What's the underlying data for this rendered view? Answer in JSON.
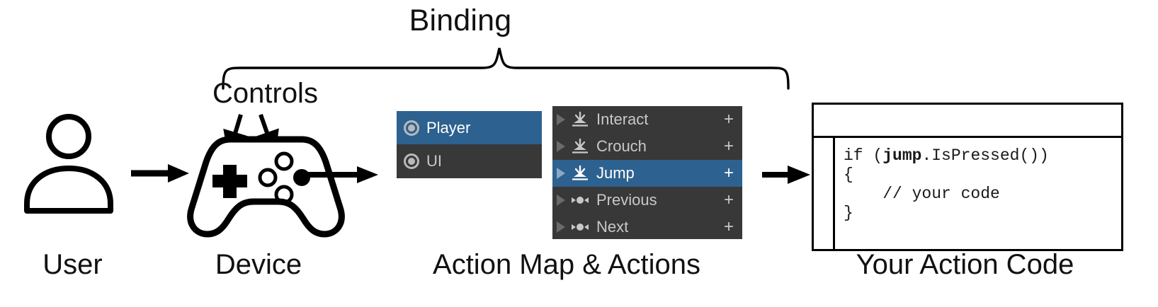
{
  "diagram": {
    "title": "Binding",
    "controls_label": "Controls",
    "accent_blue": "#2d618f",
    "panel_dark": "#383838",
    "panel_text": "#c8c8c8"
  },
  "captions": {
    "user": "User",
    "device": "Device",
    "action_map": "Action Map & Actions",
    "code": "Your Action Code"
  },
  "action_maps": {
    "items": [
      {
        "label": "Player",
        "icon": "action-map-icon",
        "selected": true
      },
      {
        "label": "UI",
        "icon": "action-map-icon",
        "selected": false
      }
    ]
  },
  "actions": {
    "add_label": "+",
    "items": [
      {
        "label": "Interact",
        "icon": "button-action-icon",
        "selected": false,
        "add": "+"
      },
      {
        "label": "Crouch",
        "icon": "button-action-icon",
        "selected": false,
        "add": "+"
      },
      {
        "label": "Jump",
        "icon": "button-action-icon",
        "selected": true,
        "add": "+"
      },
      {
        "label": "Previous",
        "icon": "axis-action-icon",
        "selected": false,
        "add": "+"
      },
      {
        "label": "Next",
        "icon": "axis-action-icon",
        "selected": false,
        "add": "+"
      }
    ]
  },
  "code": {
    "line1_pre": "if (",
    "line1_var": "jump",
    "line1_post": ".IsPressed())",
    "line2": "{",
    "line3": "    // your code",
    "line4": "}"
  },
  "icons": {
    "user": "user-icon",
    "device": "gamepad-icon",
    "arrow": "arrow-right-icon",
    "brace": "curly-brace-icon"
  }
}
